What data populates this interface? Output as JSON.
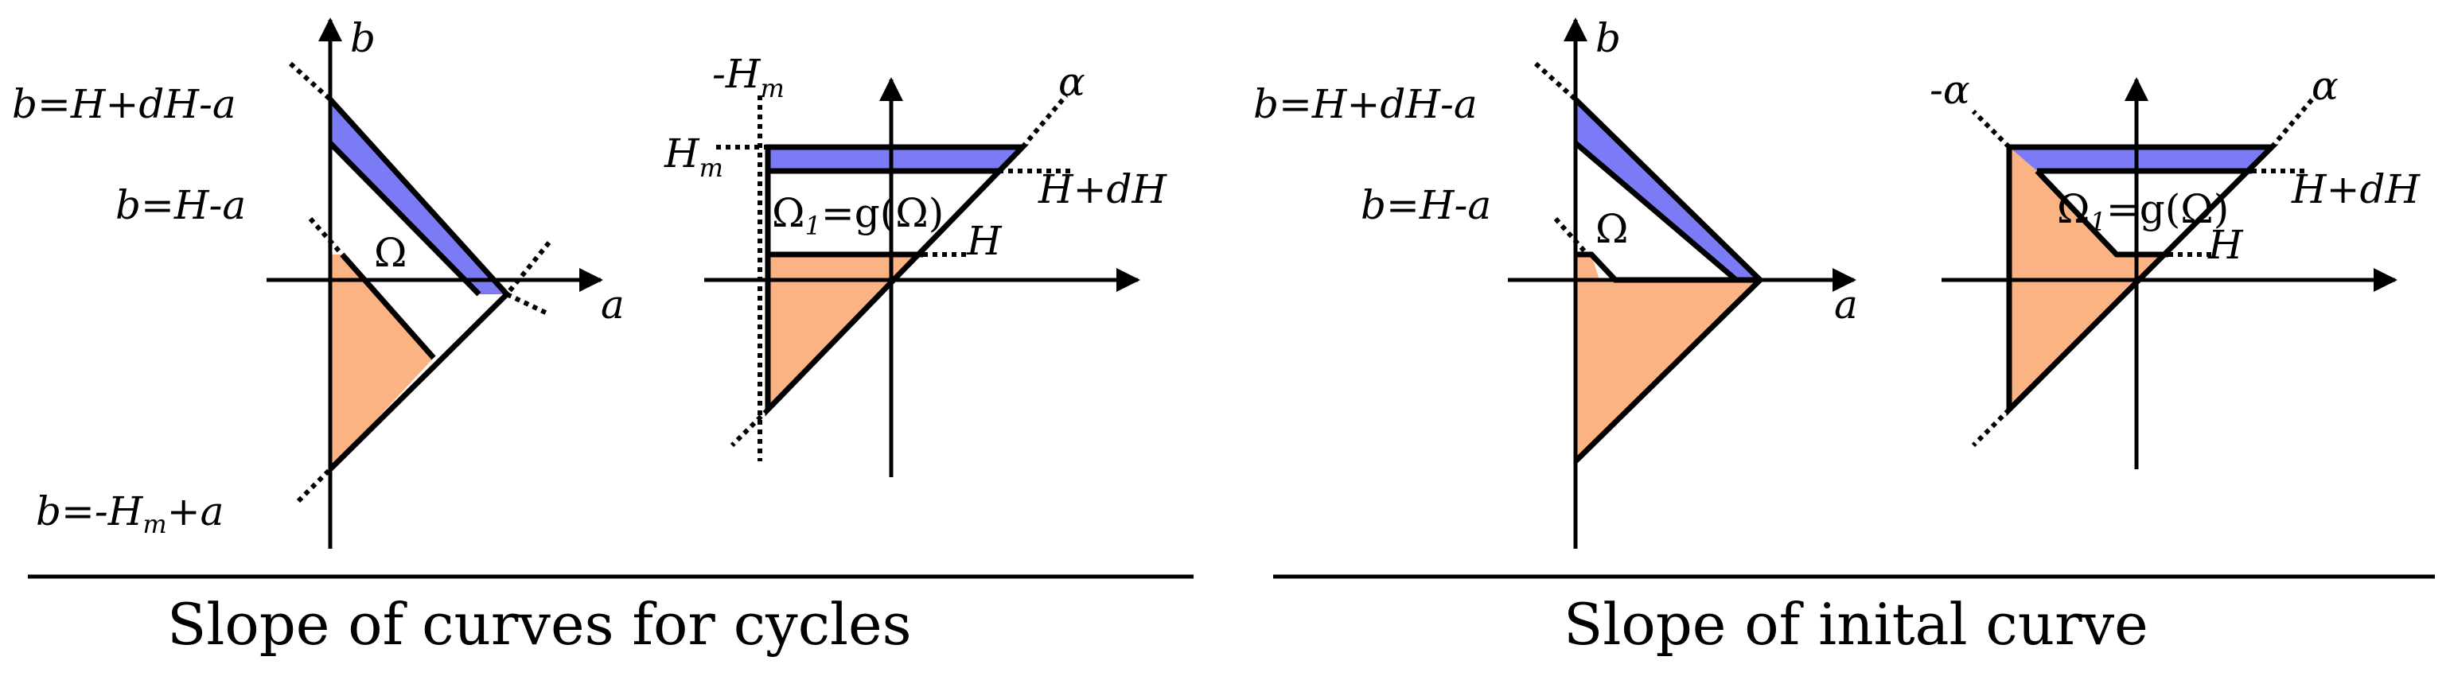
{
  "colors": {
    "blue_fill": "#7b7bf5",
    "orange_fill": "#fbb384",
    "ink": "#000000"
  },
  "panel1": {
    "axis_a": "a",
    "axis_b": "b",
    "line_top": "b=H+dH-a",
    "line_mid": "b=H-a",
    "line_bottom_pre": "b=-H",
    "line_bottom_sub": "m",
    "line_bottom_post": "+a",
    "region": "Ω"
  },
  "panel2": {
    "top_label_pre": "-H",
    "top_label_sub": "m",
    "left_label_pre": "H",
    "left_label_sub": "m",
    "alpha": "α",
    "level_high": "H+dH",
    "level_low": "H",
    "region_pre": "Ω",
    "region_sub": "1",
    "region_post": "=g(Ω)"
  },
  "panel3": {
    "axis_a": "a",
    "axis_b": "b",
    "line_top": "b=H+dH-a",
    "line_mid": "b=H-a",
    "region": "Ω"
  },
  "panel4": {
    "neg_alpha": "-α",
    "alpha": "α",
    "level_high": "H+dH",
    "level_low": "H",
    "region_pre": "Ω",
    "region_sub": "1",
    "region_post": "=g(Ω)"
  },
  "captions": {
    "left": "Slope of curves for cycles",
    "right": "Slope of inital curve"
  }
}
